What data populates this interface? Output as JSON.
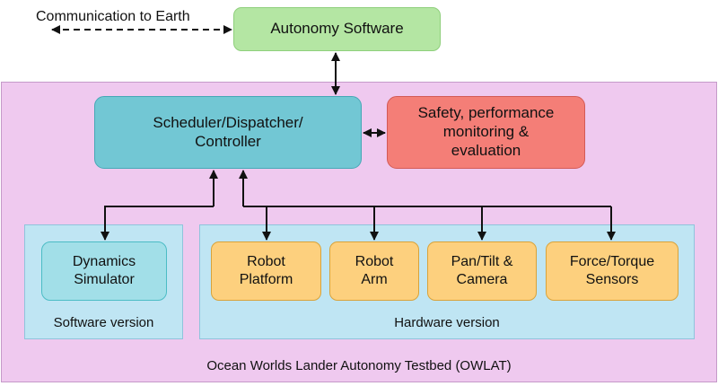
{
  "communication_label": "Communication to Earth",
  "autonomy_software": "Autonomy Software",
  "scheduler": "Scheduler/Dispatcher/\nController",
  "safety": "Safety, performance\nmonitoring &\nevaluation",
  "testbed_label": "Ocean Worlds Lander Autonomy Testbed (OWLAT)",
  "software_version": {
    "label": "Software version",
    "dynamics_simulator": "Dynamics\nSimulator"
  },
  "hardware_version": {
    "label": "Hardware version",
    "components": [
      "Robot\nPlatform",
      "Robot\nArm",
      "Pan/Tilt &\nCamera",
      "Force/Torque\nSensors"
    ]
  },
  "colors": {
    "testbed_bg": "#efc9ef",
    "autonomy_software": "#b4e6a3",
    "scheduler": "#72c7d4",
    "safety": "#f47e77",
    "panel_bg": "#bfe5f3",
    "simulator": "#a2dfe8",
    "hardware_component": "#fdd07e"
  }
}
